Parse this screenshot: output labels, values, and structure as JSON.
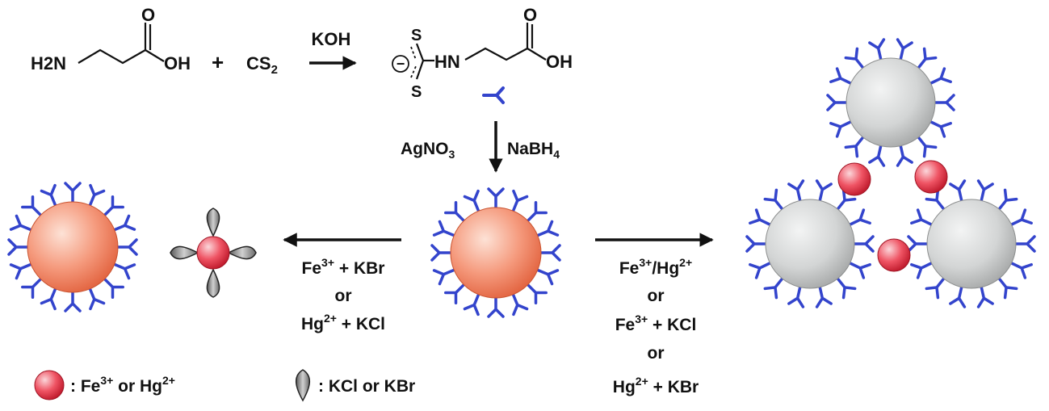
{
  "reaction": {
    "reactant_amine": "H2N",
    "reactant_acid": "OH",
    "reactant_carbonyl": "O",
    "plus": "+",
    "reagent_cs2": "CS2",
    "reagent_koh": "KOH",
    "product_s_top": "S",
    "product_s_bottom": "S",
    "product_nh": "HN",
    "product_acid": "OH",
    "product_carbonyl": "O",
    "charge": "−"
  },
  "step_down": {
    "left_reagent": "AgNO3",
    "right_reagent": "NaBH4"
  },
  "left_arrow_conditions": [
    "Fe3+ + KBr",
    "or",
    "Hg2+ + KCl"
  ],
  "right_arrow_conditions": [
    "Fe3+/Hg2+",
    "or",
    "Fe3+ + KCl",
    "or",
    "Hg2+ + KBr"
  ],
  "legend": {
    "ion": ": Fe3+ or Hg2+",
    "salt": ": KCl or KBr"
  },
  "colors": {
    "ligand": "#3344cc",
    "silver_np": "#f07c5e",
    "aggregated_np": "#c9cbcb",
    "metal_ion": "#ec3a4a",
    "salt": "#7a7a7a",
    "ink": "#111111"
  }
}
